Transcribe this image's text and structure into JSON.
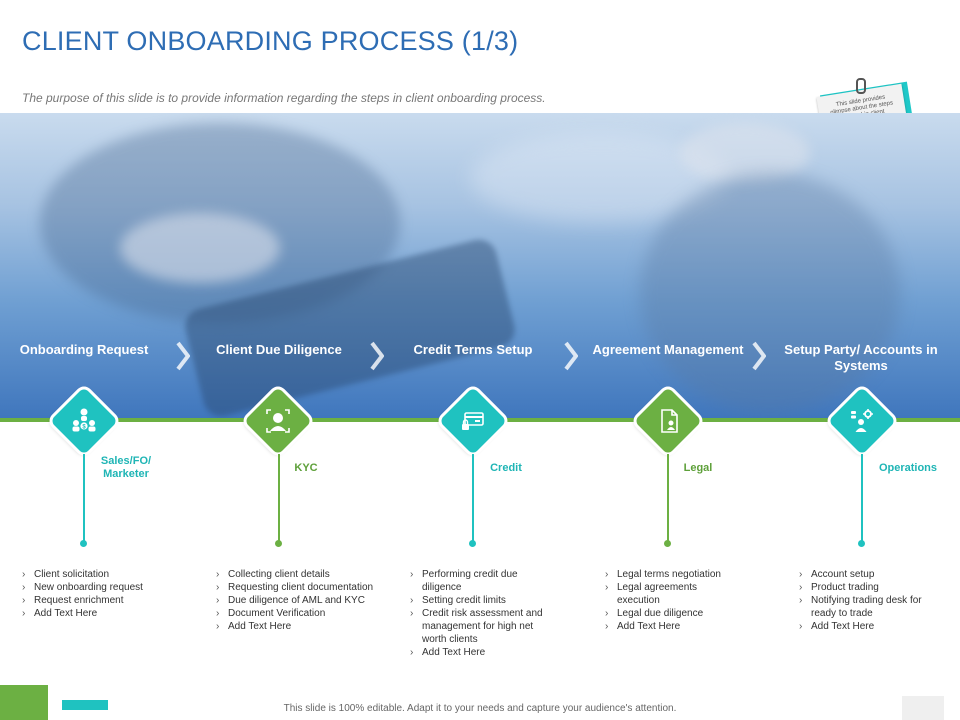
{
  "title": "CLIENT ONBOARDING PROCESS (1/3)",
  "subtitle": "The purpose of this slide is to provide information regarding  the steps in client onboarding process.",
  "note": "This slide provides glimpse about the steps involved in client onboarding process. User can made alterations in this slide according to their requirement.",
  "colors": {
    "title": "#2e6db4",
    "teal": "#1fc2c0",
    "green": "#6cb043"
  },
  "steps": [
    {
      "title": "Onboarding Request",
      "role": "Sales/FO/ Marketer",
      "icon": "people-dollar-icon",
      "items": [
        "Client solicitation",
        "New onboarding request",
        "Request enrichment",
        "Add Text Here"
      ]
    },
    {
      "title": "Client Due Diligence",
      "role": "KYC",
      "icon": "face-scan-icon",
      "items": [
        "Collecting client details",
        "Requesting client documentation",
        "Due diligence of AML and KYC",
        "Document Verification",
        "Add Text Here"
      ]
    },
    {
      "title": "Credit Terms Setup",
      "role": "Credit",
      "icon": "credit-card-lock-icon",
      "items": [
        "Performing credit due diligence",
        "Setting credit limits",
        "Credit risk assessment and management  for high net worth clients",
        "Add Text Here"
      ]
    },
    {
      "title": "Agreement Management",
      "role": "Legal",
      "icon": "document-user-icon",
      "items": [
        "Legal terms negotiation",
        "Legal agreements execution",
        "Legal due diligence",
        "Add Text Here"
      ]
    },
    {
      "title": "Setup Party/ Accounts in Systems",
      "role": "Operations",
      "icon": "user-settings-icon",
      "items": [
        "Account setup",
        "Product trading",
        "Notifying trading desk  for ready to trade",
        "Add Text Here"
      ]
    }
  ],
  "footer": "This slide is 100% editable.  Adapt it to your needs and capture your audience's attention."
}
